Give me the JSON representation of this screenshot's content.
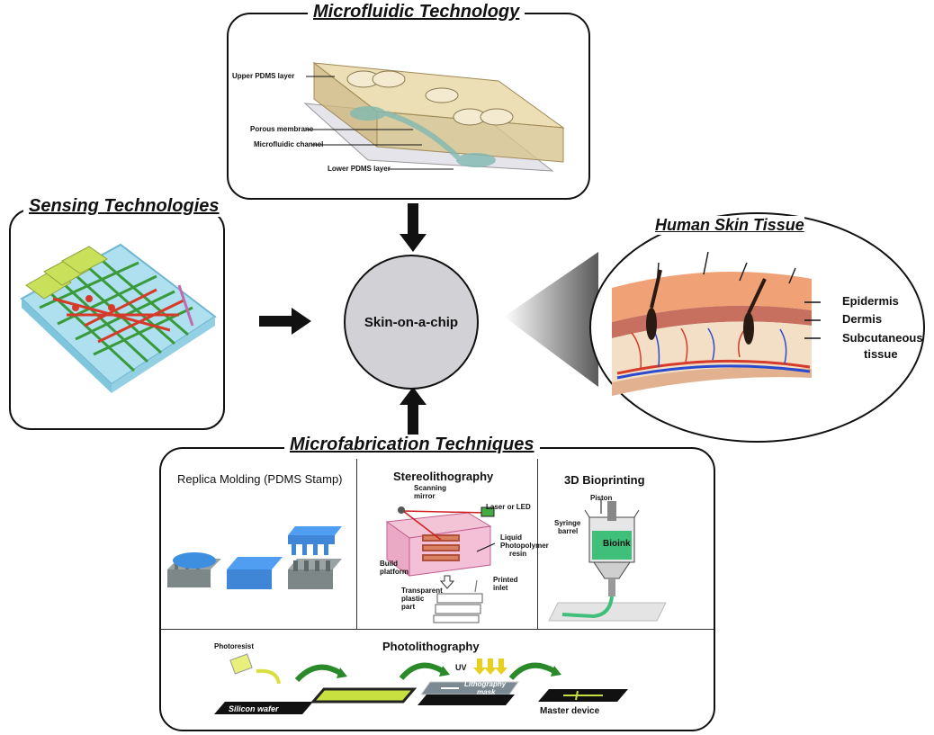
{
  "center": {
    "label": "Skin-on-a-chip"
  },
  "microfluidic": {
    "title": "Microfluidic Technology",
    "labels": [
      "Upper PDMS layer",
      "Porous membrane",
      "Microfluidic channel",
      "Lower PDMS layer"
    ]
  },
  "sensing": {
    "title": "Sensing Technologies"
  },
  "skin": {
    "title": "Human Skin Tissue",
    "layers": [
      "Epidermis",
      "Dermis",
      "Subcutaneous",
      "tissue"
    ]
  },
  "microfab": {
    "title": "Microfabrication Techniques",
    "replica": {
      "title": "Replica Molding (PDMS Stamp)"
    },
    "stereo": {
      "title": "Stereolithography",
      "labels": [
        "Scanning",
        "mirror",
        "Laser or LED",
        "Liquid",
        "Photopolymer",
        "resin",
        "Build",
        "platform",
        "Printed",
        "inlet",
        "Transparent",
        "plastic",
        "part"
      ]
    },
    "bioprint": {
      "title": "3D Bioprinting",
      "labels": [
        "Piston",
        "Syringe",
        "barrel",
        "Bioink"
      ]
    },
    "photo": {
      "title": "Photolithography",
      "labels": [
        "Photoresist",
        "Silicon wafer",
        "UV",
        "Lithography",
        "mask",
        "Master device"
      ]
    }
  }
}
